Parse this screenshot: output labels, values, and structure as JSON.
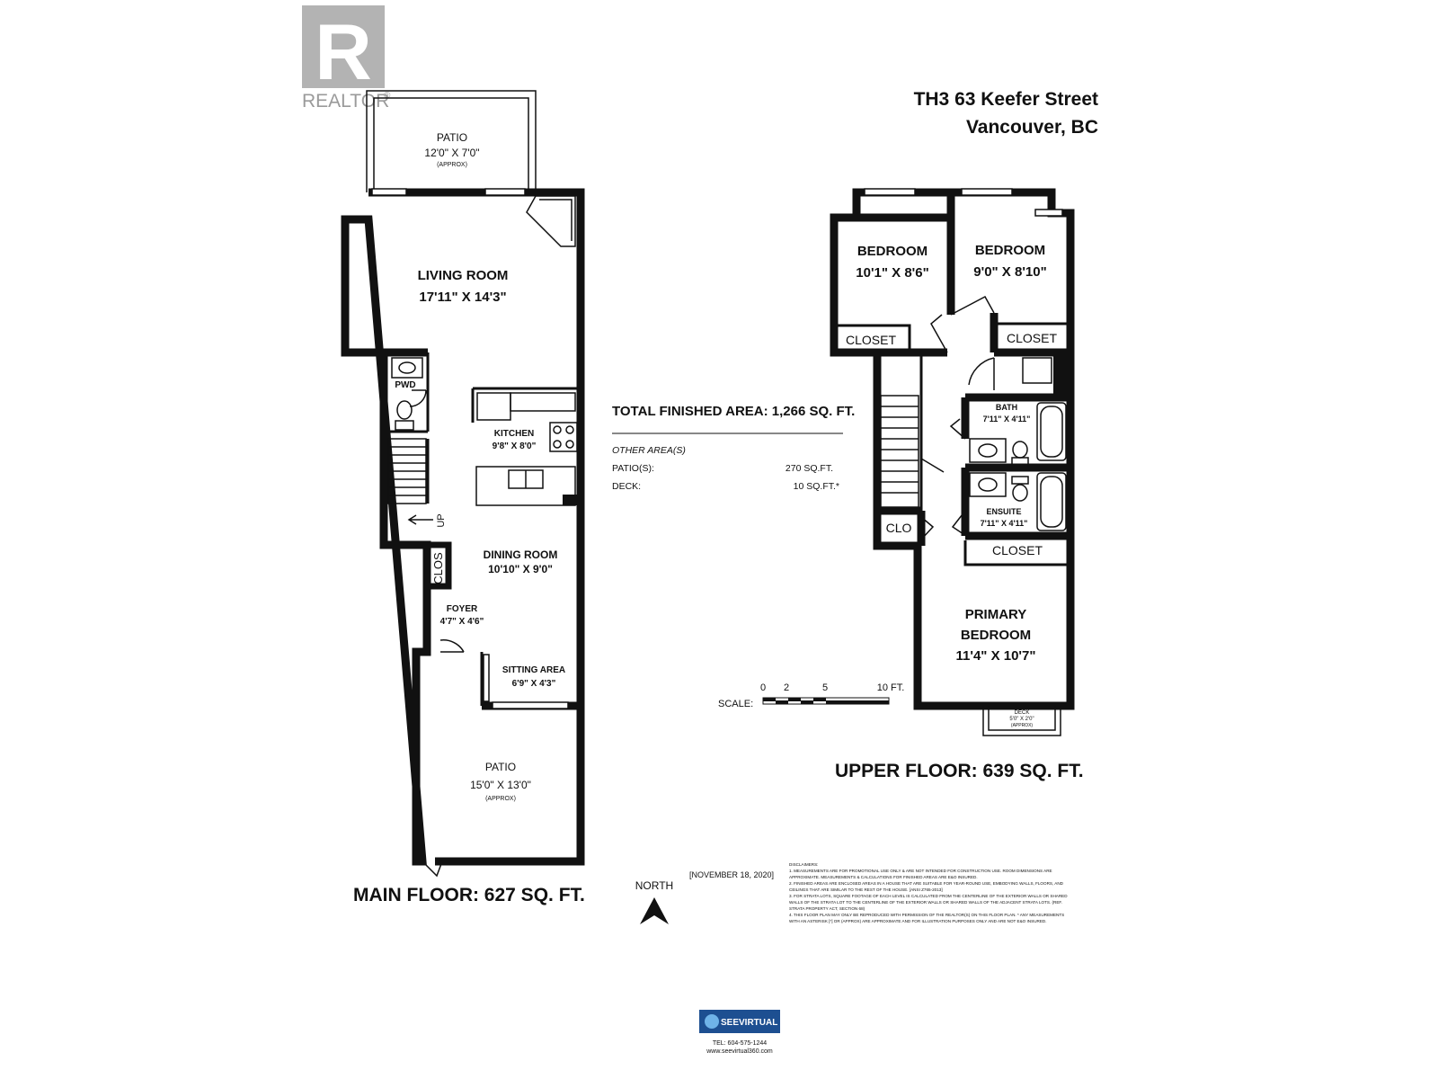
{
  "branding": {
    "realtor_text": "REALTOR",
    "realtor_mark": "®",
    "logo_letter": "R"
  },
  "address": {
    "line1": "TH3 63 Keefer Street",
    "line2": "Vancouver, BC"
  },
  "main_floor": {
    "title": "MAIN FLOOR:  627 SQ. FT.",
    "rooms": [
      {
        "name": "PATIO",
        "dims": "12'0\" X 7'0\"",
        "note": "(APPROX)"
      },
      {
        "name": "LIVING ROOM",
        "dims": "17'11\" X 14'3\""
      },
      {
        "name": "PWD"
      },
      {
        "name": "KITCHEN",
        "dims": "9'8\" X 8'0\""
      },
      {
        "name": "UP"
      },
      {
        "name": "CLOS"
      },
      {
        "name": "DINING ROOM",
        "dims": "10'10\" X 9'0\""
      },
      {
        "name": "FOYER",
        "dims": "4'7\" X 4'6\""
      },
      {
        "name": "SITTING AREA",
        "dims": "6'9\" X 4'3\""
      },
      {
        "name": "PATIO",
        "dims": "15'0\" X 13'0\"",
        "note": "(APPROX)"
      }
    ]
  },
  "summary": {
    "total_label": "TOTAL FINISHED AREA:  1,266 SQ. FT.",
    "other_heading": "OTHER AREA(S)",
    "rows": [
      {
        "label": "PATIO(S):",
        "value": "270 SQ.FT."
      },
      {
        "label": "DECK:",
        "value": "10 SQ.FT.*"
      }
    ]
  },
  "upper_floor": {
    "title": "UPPER FLOOR:  639 SQ. FT.",
    "rooms": [
      {
        "name": "BEDROOM",
        "dims": "10'1\" X 8'6\""
      },
      {
        "name": "BEDROOM",
        "dims": "9'0\" X 8'10\""
      },
      {
        "name": "CLOSET"
      },
      {
        "name": "CLOSET"
      },
      {
        "name": "BATH",
        "dims": "7'11\" X 4'11\""
      },
      {
        "name": "ENSUITE",
        "dims": "7'11\" X 4'11\""
      },
      {
        "name": "CLO"
      },
      {
        "name": "CLOSET"
      },
      {
        "name": "PRIMARY",
        "name2": "BEDROOM",
        "dims": "11'4\" X 10'7\""
      },
      {
        "name": "DECK",
        "dims": "5'0\" X 2'0\"",
        "note": "(APPROX)"
      }
    ]
  },
  "scale": {
    "label": "SCALE:",
    "ticks": [
      "0",
      "2",
      "5",
      "10 FT."
    ]
  },
  "compass": {
    "label": "NORTH"
  },
  "date": "[NOVEMBER 18, 2020]",
  "disclaimers": {
    "heading": "DISCLAIMERS:",
    "lines": [
      "1. MEASUREMENTS ARE FOR PROMOTIONAL USE ONLY & ARE NOT INTENDED FOR CONSTRUCTION USE. ROOM DIMENSIONS ARE",
      "APPROXIMATE. MEASUREMENTS & CALCULATIONS FOR FINISHED AREAS ARE E&O INSURED.",
      "2. FINISHED AREAS ARE ENCLOSED AREAS IN A HOUSE THAT ARE SUITABLE FOR YEAR-ROUND USE, EMBODYING WALLS, FLOORS, AND",
      "CEILINGS THAT ARE SIMILAR TO THE REST OF THE HOUSE. [ANSI Z765-2013]",
      "3. FOR STRATA LOTS, SQUARE FOOTAGE OF EACH LEVEL IS CALCULATED FROM THE CENTERLINE OF THE EXTERIOR WALLS OR SHARED",
      "WALLS OF THE STRATA LOT TO THE CENTERLINE OF THE EXTERIOR WALLS OR SHARED WALLS OF THE ADJACENT STRATA LOTS. (REF.",
      "STRATA PROPERTY ACT, SECTION 68)",
      "4. THIS FLOOR PLAN MAY ONLY BE REPRODUCED WITH PERMISSION OF THE REALTOR(S) ON THIS FLOOR PLAN. * ANY MEASUREMENTS",
      "WITH AN ASTERISK [*] OR (APPROX) ARE APPROXIMATE AND FOR ILLUSTRATION PURPOSES ONLY AND ARE NOT E&O INSURED."
    ]
  },
  "footer": {
    "brand": "SEEVIRTUAL",
    "tel": "TEL: 604-575-1244",
    "web": "www.seevirtual360.com"
  }
}
